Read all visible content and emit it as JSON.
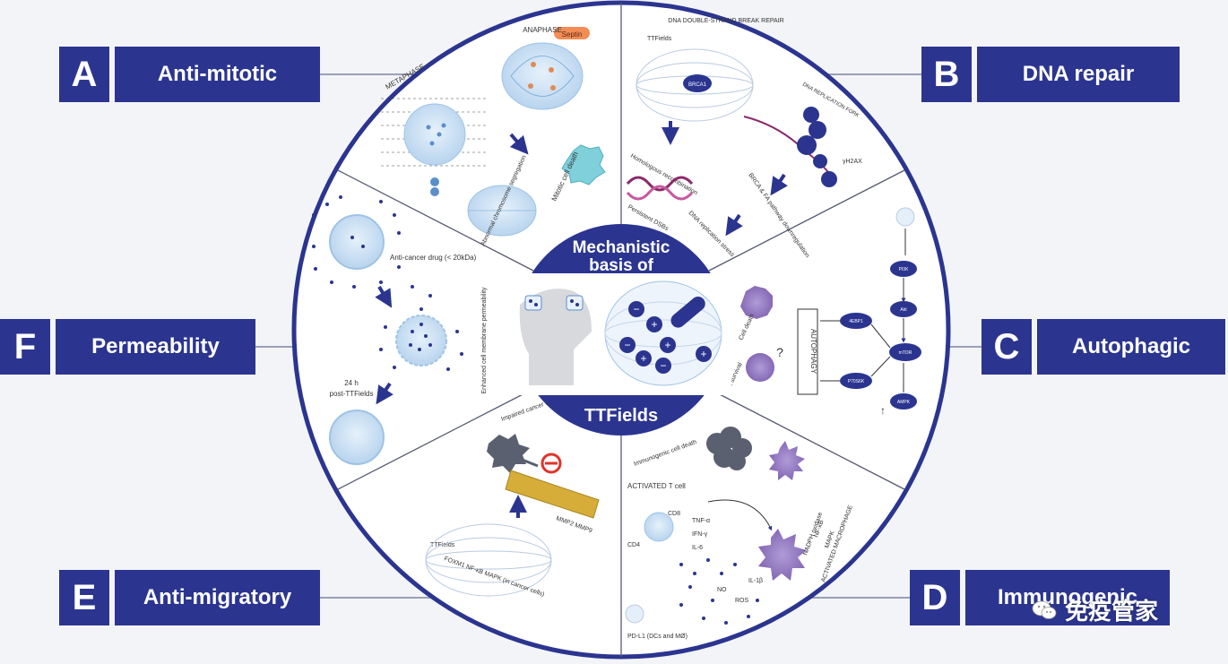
{
  "center": {
    "title_top": "Mechanistic",
    "title_mid": "basis of",
    "title_bottom": "TTFields"
  },
  "labels": [
    {
      "letter": "A",
      "title": "Anti-mitotic"
    },
    {
      "letter": "B",
      "title": "DNA repair"
    },
    {
      "letter": "C",
      "title": "Autophagic"
    },
    {
      "letter": "D",
      "title": "Immunogenic"
    },
    {
      "letter": "E",
      "title": "Anti-migratory"
    },
    {
      "letter": "F",
      "title": "Permeability"
    }
  ],
  "sector_texts": {
    "a_anaphase": "ANAPHASE",
    "a_septin": "Septin",
    "a_metaphase": "METAPHASE",
    "a_mitotic_death": "Mitotic cell death",
    "a_abnormal": "Abnormal chromosome segregation",
    "b_dsb_repair": "DNA DOUBLE-STRAND BREAK REPAIR",
    "b_ttfields": "TTFields",
    "b_brca1": "BRCA1",
    "b_homologous": "Homologous recombination",
    "b_persistent": "Persistent DSBs",
    "b_replication_fork": "DNA REPLICATION FORK",
    "b_gh2ax": "γH2AX",
    "b_brca_fa": "BRCA & FA pathway downregulation",
    "b_replication_stress": "DNA replication stress",
    "c_cell_death": "Cell death",
    "c_cell_survival": "Cell survival",
    "c_autophagy": "AUTOPHAGY",
    "c_question": "?",
    "c_pi3k": "PI3K",
    "c_akt": "Akt",
    "c_mtor": "mTOR",
    "c_ampk": "AMPK",
    "c_4ebp1": "4EBP1",
    "c_p70s6k": "P70S6K",
    "d_icd": "Immunogenic cell death",
    "d_activated_tcell": "ACTIVATED T cell",
    "d_cd8": "CD8",
    "d_cd4": "CD4",
    "d_tnfa": "TNF-α",
    "d_ifng": "IFN-γ",
    "d_il6": "IL-6",
    "d_il1b": "IL-1β",
    "d_no": "NO",
    "d_ros": "ROS",
    "d_pdl1": "PD-L1 (DCs and MØ)",
    "d_activated_macrophage": "ACTIVATED MACROPHAGE",
    "d_nadph": "NADPH oxidase",
    "d_nfkb": "NF-κB",
    "d_mapk": "MAPK",
    "e_impaired": "Impaired cancer cell migration",
    "e_ttfields": "TTFields",
    "e_mmp": "MMP2 MMP9",
    "e_pathways": "FOXM1 NF-κB MAPK (in cancer cells)",
    "f_drug": "Anti-cancer drug (< 20kDa)",
    "f_24h": "24 h",
    "f_post": "post-TTFields",
    "f_permeability": "Enhanced cell membrane permeability"
  },
  "watermark": "免疫管家",
  "colors": {
    "navy": "#2b3590",
    "light_blue": "#bcd6ef",
    "purple": "#8e6fb8",
    "gold": "#d7ad3a",
    "background": "#f3f4f7"
  }
}
